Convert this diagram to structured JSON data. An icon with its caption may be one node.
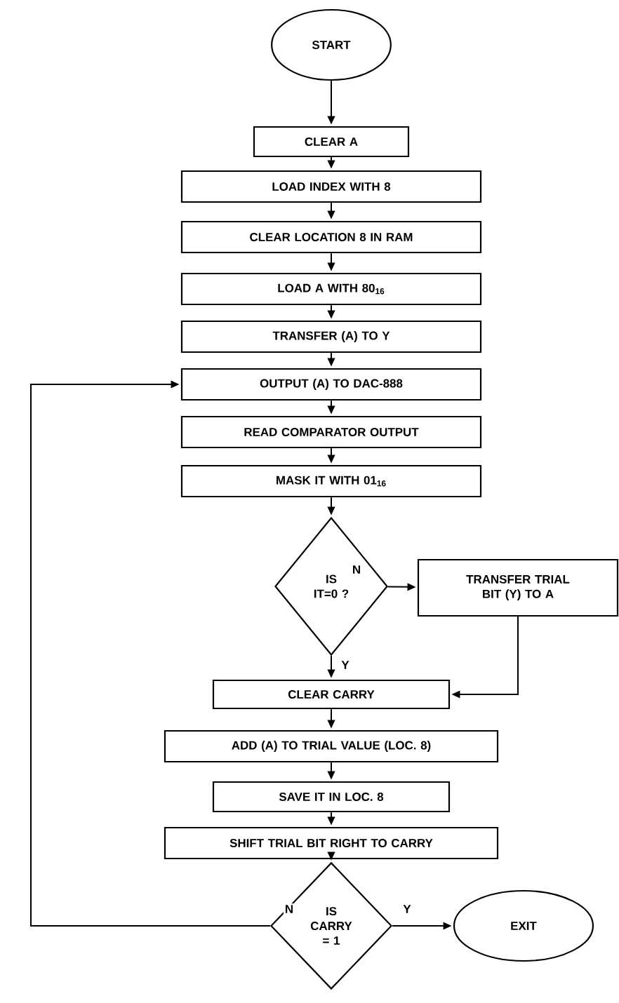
{
  "diagram": {
    "nodes": [
      {
        "text": [
          "START"
        ]
      },
      {
        "text": [
          "CLEAR A"
        ]
      },
      {
        "text": [
          "LOAD INDEX WITH 8"
        ]
      },
      {
        "text": [
          "CLEAR LOCATION 8 IN RAM"
        ]
      },
      {
        "text": [
          "LOAD A WITH 80$_{16}$"
        ]
      },
      {
        "text": [
          "TRANSFER (A) TO Y"
        ]
      },
      {
        "text": [
          "OUTPUT (A) TO DAC-888"
        ]
      },
      {
        "text": [
          "READ COMPARATOR OUTPUT"
        ]
      },
      {
        "text": [
          "MASK IT WITH 01$_{16}$"
        ]
      },
      {
        "text": [
          "IS IT=0 ?"
        ]
      },
      {
        "text": [
          "TRANSFER TRIAL BIT (Y) TO A"
        ]
      },
      {
        "text": [
          "CLEAR CARRY"
        ]
      },
      {
        "text": [
          "ADD (A) TO TRIAL VALUE (LOC. 8)"
        ]
      },
      {
        "text": [
          "SAVE IT IN LOC. 8"
        ]
      },
      {
        "text": [
          "SHIFT TRIAL BIT RIGHT TO CARRY"
        ]
      },
      {
        "text": [
          "IS CARRY = 1"
        ]
      },
      {
        "text": [
          "EXIT"
        ]
      }
    ],
    "edges": [
      {
        "from": 0,
        "to": 1,
        "arrow": "to"
      },
      {
        "from": 1,
        "to": 2,
        "arrow": "to"
      },
      {
        "from": 2,
        "to": 3,
        "arrow": "to"
      },
      {
        "from": 3,
        "to": 4,
        "arrow": "to"
      },
      {
        "from": 4,
        "to": 5,
        "arrow": "to"
      },
      {
        "from": 5,
        "to": 6,
        "arrow": "to"
      },
      {
        "from": 6,
        "to": 7,
        "arrow": "to"
      },
      {
        "from": 7,
        "to": 8,
        "arrow": "to"
      },
      {
        "from": 8,
        "to": 9,
        "arrow": "to"
      },
      {
        "from": 9,
        "to": 10,
        "label": "N",
        "arrow": "to"
      },
      {
        "from": 9,
        "to": 11,
        "label": "Y",
        "arrow": "to"
      },
      {
        "from": 10,
        "to": 11,
        "arrow": "to"
      },
      {
        "from": 11,
        "to": 12,
        "arrow": "to"
      },
      {
        "from": 12,
        "to": 13,
        "arrow": "to"
      },
      {
        "from": 13,
        "to": 14,
        "arrow": "to"
      },
      {
        "from": 14,
        "to": 15,
        "arrow": "to"
      },
      {
        "from": 15,
        "to": 6,
        "label": "N",
        "arrow": "to"
      },
      {
        "from": 15,
        "to": 16,
        "label": "Y",
        "arrow": "to"
      }
    ]
  }
}
